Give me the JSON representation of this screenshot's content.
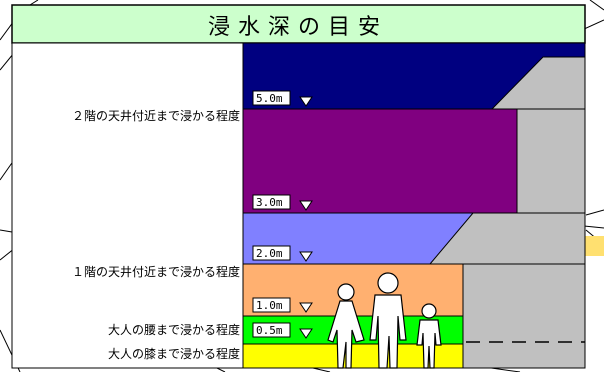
{
  "title": "浸水深の目安",
  "levels": [
    {
      "depth": "5.0m",
      "color": "#000080"
    },
    {
      "depth": "3.0m",
      "color": "#800080"
    },
    {
      "depth": "2.0m",
      "color": "#8080ff"
    },
    {
      "depth": "1.0m",
      "color": "#ffb070"
    },
    {
      "depth": "0.5m",
      "color": "#00ff00"
    },
    {
      "depth": "",
      "color": "#ffff00"
    }
  ],
  "descriptions": [
    "２階の天井付近まで浸かる程度",
    "１階の天井付近まで浸かる程度",
    "大人の腰まで浸かる程度",
    "大人の膝まで浸かる程度"
  ],
  "colors": {
    "title_bg": "#ccffcc",
    "building": "#c0c0c0",
    "map_line": "#000000"
  },
  "icons": [
    "house-silhouette-icon",
    "water-level-marker-icon",
    "family-figures-icon"
  ]
}
